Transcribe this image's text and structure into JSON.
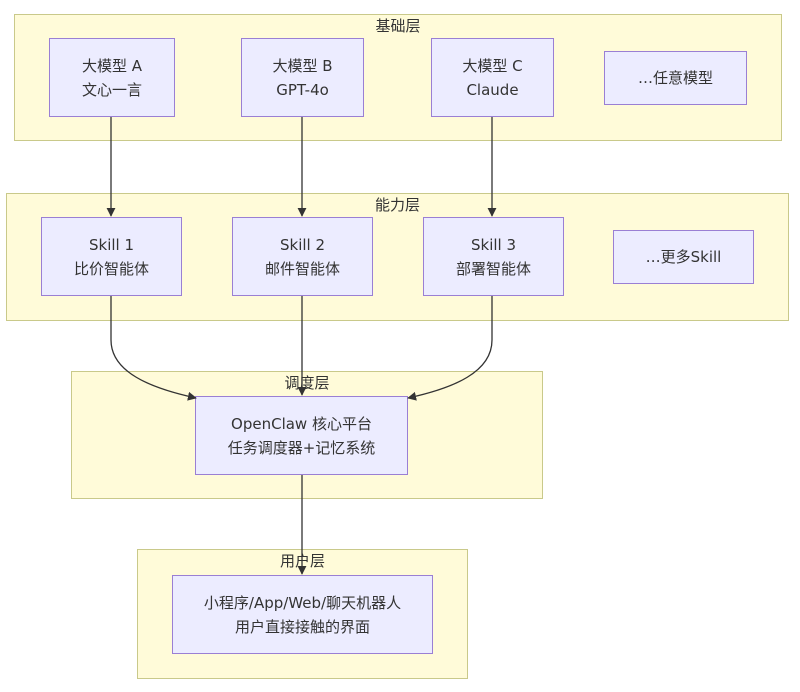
{
  "layers": {
    "base": {
      "title": "基础层"
    },
    "capability": {
      "title": "能力层"
    },
    "scheduling": {
      "title": "调度层"
    },
    "user": {
      "title": "用户层"
    }
  },
  "nodes": {
    "model_a": {
      "line1": "大模型 A",
      "line2": "文心一言"
    },
    "model_b": {
      "line1": "大模型 B",
      "line2": "GPT-4o"
    },
    "model_c": {
      "line1": "大模型 C",
      "line2": "Claude"
    },
    "model_more": {
      "line1": "…任意模型"
    },
    "skill_1": {
      "line1": "Skill 1",
      "line2": "比价智能体"
    },
    "skill_2": {
      "line1": "Skill 2",
      "line2": "邮件智能体"
    },
    "skill_3": {
      "line1": "Skill 3",
      "line2": "部署智能体"
    },
    "skill_more": {
      "line1": "…更多Skill"
    },
    "core": {
      "line1": "OpenClaw 核心平台",
      "line2": "任务调度器+记忆系统"
    },
    "client": {
      "line1": "小程序/App/Web/聊天机器人",
      "line2": "用户直接接触的界面"
    }
  },
  "colors": {
    "layer_fill": "#fffbd9",
    "layer_border": "#c9c98a",
    "node_fill": "#ececff",
    "node_border": "#9a7fd4",
    "edge": "#333333"
  }
}
